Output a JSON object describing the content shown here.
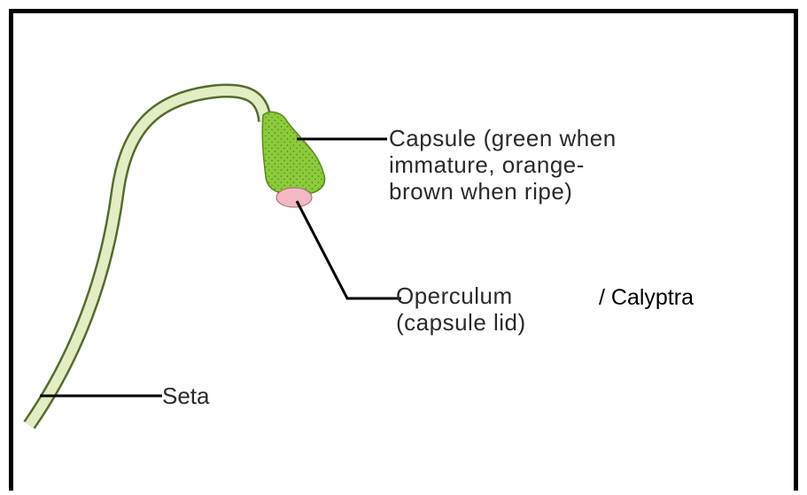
{
  "labels": {
    "capsule": [
      "Capsule (green when",
      "immature, orange-",
      "brown when ripe)"
    ],
    "operculum": [
      "Operculum",
      "(capsule lid)"
    ],
    "calyptra": "/ Calyptra",
    "seta": "Seta"
  },
  "colors": {
    "seta_fill": "#e3edc4",
    "seta_outline": "#556b2f",
    "capsule_fill": "#8ccb3a",
    "capsule_outline": "#5a8a1f",
    "operculum_fill": "#f4b8c4",
    "leader_lines": "#000000",
    "frame": "#000000"
  }
}
